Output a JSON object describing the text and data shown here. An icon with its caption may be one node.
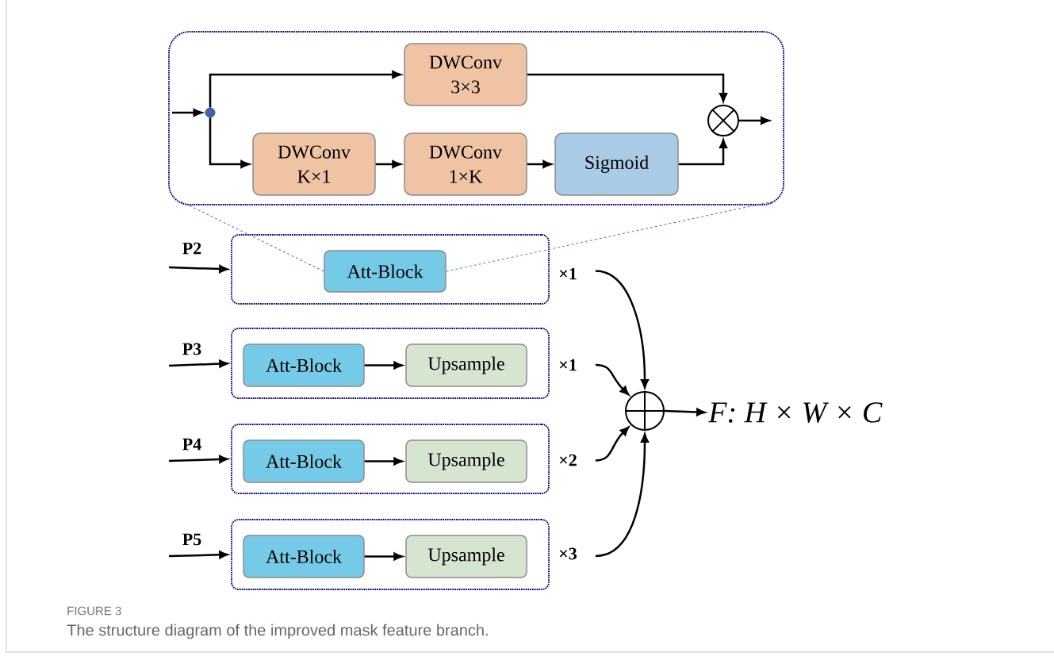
{
  "diagram": {
    "caption": "The structure diagram of the improved mask feature branch.",
    "nodes": [
      {
        "text": [],
        "shape": "box"
      },
      {
        "text": [],
        "shape": "circle",
        "in": 0
      },
      {
        "text": [
          "DWConv 3×3"
        ],
        "in": 0
      },
      {
        "text": [
          "DWConv K×1"
        ],
        "in": 0
      },
      {
        "text": [
          "DWConv 1×K"
        ],
        "in": 0
      },
      {
        "text": [
          "Sigmoid"
        ],
        "in": 0
      },
      {
        "text": [],
        "shape": "circle",
        "in": 0
      },
      {
        "text": [],
        "shape": "box"
      },
      {
        "text": [
          "Att-Block"
        ],
        "in": 7
      },
      {
        "text": [],
        "shape": "box"
      },
      {
        "text": [
          "Att-Block"
        ],
        "in": 9
      },
      {
        "text": [
          "Upsample"
        ],
        "in": 9
      },
      {
        "text": [],
        "shape": "box"
      },
      {
        "text": [
          "Att-Block"
        ],
        "in": 12
      },
      {
        "text": [
          "Upsample"
        ],
        "in": 12
      },
      {
        "text": [],
        "shape": "box"
      },
      {
        "text": [
          "Att-Block"
        ],
        "in": 15
      },
      {
        "text": [
          "Upsample"
        ],
        "in": 15
      },
      {
        "text": [],
        "shape": "circle"
      },
      {
        "text": [
          "F: H × W × C"
        ]
      }
    ],
    "edges": [
      {
        "from": null,
        "to": 1,
        "arrow": "to"
      },
      {
        "from": 1,
        "to": 2,
        "arrow": "to"
      },
      {
        "from": 1,
        "to": 3,
        "arrow": "to"
      },
      {
        "from": 3,
        "to": 4,
        "arrow": "to"
      },
      {
        "from": 4,
        "to": 5,
        "arrow": "to"
      },
      {
        "from": 2,
        "to": 6,
        "arrow": "to"
      },
      {
        "from": 5,
        "to": 6,
        "arrow": "to"
      },
      {
        "from": 6,
        "to": null,
        "arrow": "to"
      },
      {
        "from": 0,
        "to": 8,
        "arrow": "none",
        "style": "dashed",
        "color": "#4472c4"
      },
      {
        "from": 0,
        "to": 8,
        "arrow": "none",
        "style": "dashed",
        "color": "#4472c4"
      },
      {
        "from": null,
        "to": 7,
        "arrow": "to",
        "label": "P2"
      },
      {
        "from": null,
        "to": 9,
        "arrow": "to",
        "label": "P3"
      },
      {
        "from": null,
        "to": 12,
        "arrow": "to",
        "label": "P4"
      },
      {
        "from": null,
        "to": 15,
        "arrow": "to",
        "label": "P5"
      },
      {
        "from": 10,
        "to": 11,
        "arrow": "to"
      },
      {
        "from": 13,
        "to": 14,
        "arrow": "to"
      },
      {
        "from": 16,
        "to": 17,
        "arrow": "to"
      },
      {
        "from": 7,
        "to": 18,
        "arrow": "to",
        "label": "×1"
      },
      {
        "from": 9,
        "to": 18,
        "arrow": "to",
        "label": "×1"
      },
      {
        "from": 12,
        "to": 18,
        "arrow": "to",
        "label": "×2"
      },
      {
        "from": 15,
        "to": 18,
        "arrow": "to",
        "label": "×3"
      },
      {
        "from": 18,
        "to": 19,
        "arrow": "to"
      }
    ],
    "labels": [
      "FIGURE 3"
    ]
  }
}
